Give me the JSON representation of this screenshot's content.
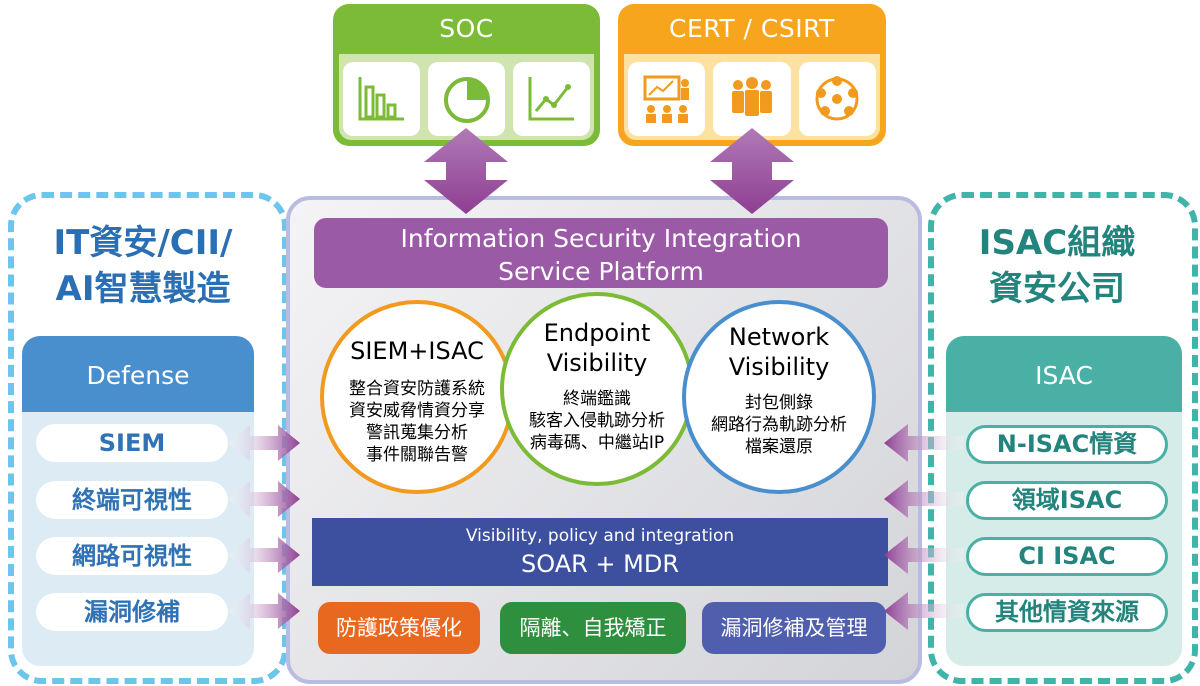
{
  "soc": {
    "title": "SOC",
    "icons": [
      "bar-chart-icon",
      "pie-chart-icon",
      "line-chart-icon"
    ]
  },
  "cert": {
    "title": "CERT / CSIRT",
    "icons": [
      "presentation-icon",
      "team-icon",
      "globe-network-icon"
    ]
  },
  "left": {
    "title_line1": "IT資安/CII/",
    "title_line2": "AI智慧製造",
    "panel_title": "Defense",
    "items": [
      "SIEM",
      "終端可視性",
      "網路可視性",
      "漏洞修補"
    ]
  },
  "right": {
    "title_line1": "ISAC組織",
    "title_line2": "資安公司",
    "panel_title": "ISAC",
    "items": [
      "N-ISAC情資",
      "領域ISAC",
      "CI ISAC",
      "其他情資來源"
    ]
  },
  "platform": {
    "line1": "Information Security Integration",
    "line2": "Service Platform"
  },
  "circles": [
    {
      "title": "SIEM+ISAC",
      "lines": [
        "整合資安防護系統",
        "資安威脅情資分享",
        "警訊蒐集分析",
        "事件關聯告警"
      ]
    },
    {
      "title_line1": "Endpoint",
      "title_line2": "Visibility",
      "lines": [
        "終端鑑識",
        "駭客入侵軌跡分析",
        "病毒碼、中繼站IP"
      ]
    },
    {
      "title_line1": "Network",
      "title_line2": "Visibility",
      "lines": [
        "封包側錄",
        "網路行為軌跡分析",
        "檔案還原"
      ]
    }
  ],
  "soar": {
    "subtitle": "Visibility, policy and integration",
    "title": "SOAR + MDR"
  },
  "actions": [
    "防護政策優化",
    "隔離、自我矯正",
    "漏洞修補及管理"
  ],
  "colors": {
    "soc": "#7cbb37",
    "cert": "#f7a51c",
    "defense": "#4a8fcd",
    "isac": "#4ab0a6",
    "platform": "#9a5aa5",
    "soar": "#3d4f9f",
    "arrow": "#8e3e93"
  }
}
